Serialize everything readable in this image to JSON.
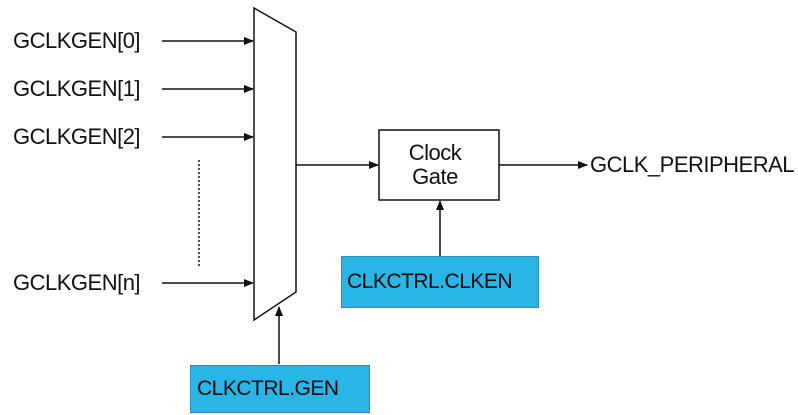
{
  "inputs": [
    {
      "label": "GCLKGEN[0]"
    },
    {
      "label": "GCLKGEN[1]"
    },
    {
      "label": "GCLKGEN[2]"
    },
    {
      "label": "GCLKGEN[n]"
    }
  ],
  "clock_gate": {
    "line1": "Clock",
    "line2": "Gate"
  },
  "output": {
    "label": "GCLK_PERIPHERAL"
  },
  "registers": {
    "clken": "CLKCTRL.CLKEN",
    "gen": "CLKCTRL.GEN"
  },
  "colors": {
    "register_fill": "#29b6e6",
    "line": "#111111"
  }
}
